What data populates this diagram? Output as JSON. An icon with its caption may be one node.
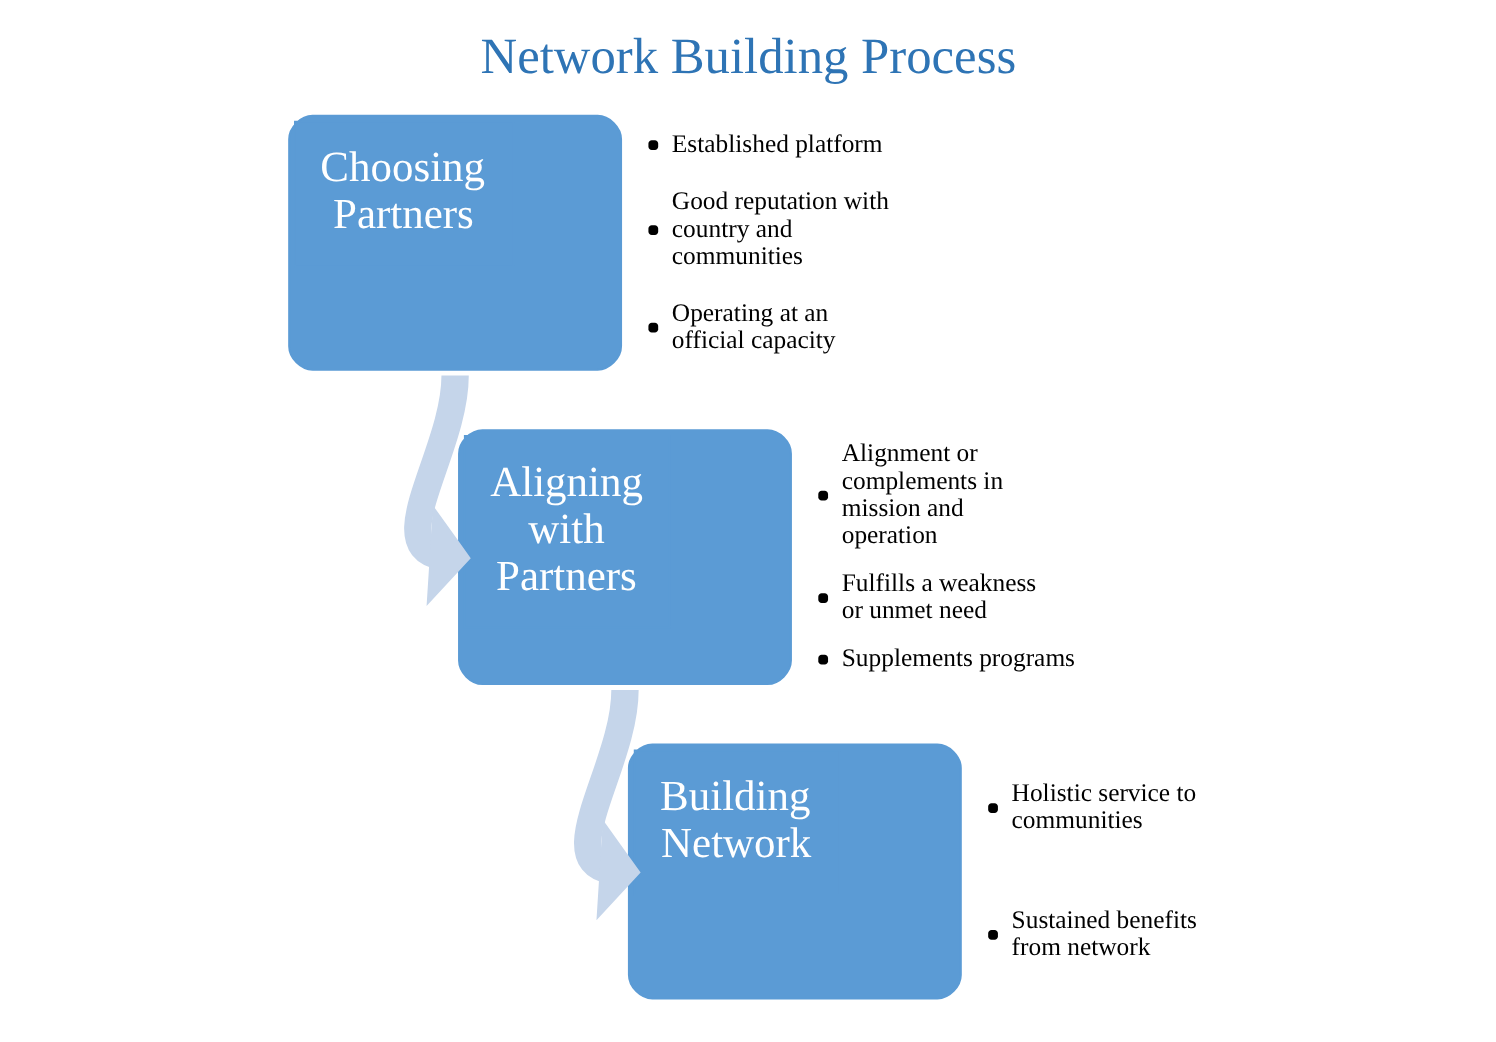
{
  "diagram": {
    "title": "Network Building Process",
    "nodes": [
      {
        "text": [
          "Choosing Partners"
        ],
        "beside": [
          "Established platform",
          "Good reputation with country and communities",
          "Operating at an official capacity"
        ]
      },
      {
        "text": [
          "Aligning with Partners"
        ],
        "beside": [
          "Alignment or complements in mission and operation",
          "Fulfills a weakness or unmet need",
          "Supplements programs"
        ]
      },
      {
        "text": [
          "Building Network"
        ],
        "beside": [
          "Holistic service to communities",
          "Sustained benefits from network"
        ]
      }
    ],
    "edges": [
      {
        "from": 0,
        "to": 1,
        "arrow": "to"
      },
      {
        "from": 1,
        "to": 2,
        "arrow": "to"
      }
    ]
  }
}
